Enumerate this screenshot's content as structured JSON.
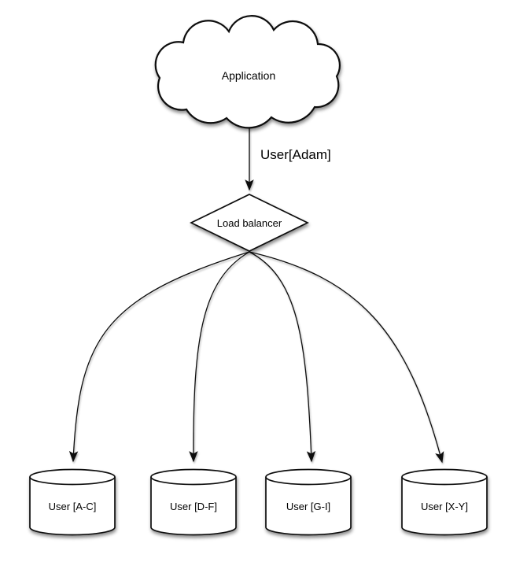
{
  "diagram": {
    "application": {
      "label": "Application",
      "shape": "cloud"
    },
    "request_edge": {
      "label": "User[Adam]"
    },
    "load_balancer": {
      "label": "Load balancer",
      "shape": "diamond"
    },
    "shards": [
      {
        "label": "User [A-C]",
        "shape": "cylinder"
      },
      {
        "label": "User [D-F]",
        "shape": "cylinder"
      },
      {
        "label": "User [G-I]",
        "shape": "cylinder"
      },
      {
        "label": "User [X-Y]",
        "shape": "cylinder"
      }
    ],
    "colors": {
      "background": "#ffffff",
      "shape_fill": "#ffffff",
      "stroke": "#111111",
      "text": "#000000"
    }
  }
}
